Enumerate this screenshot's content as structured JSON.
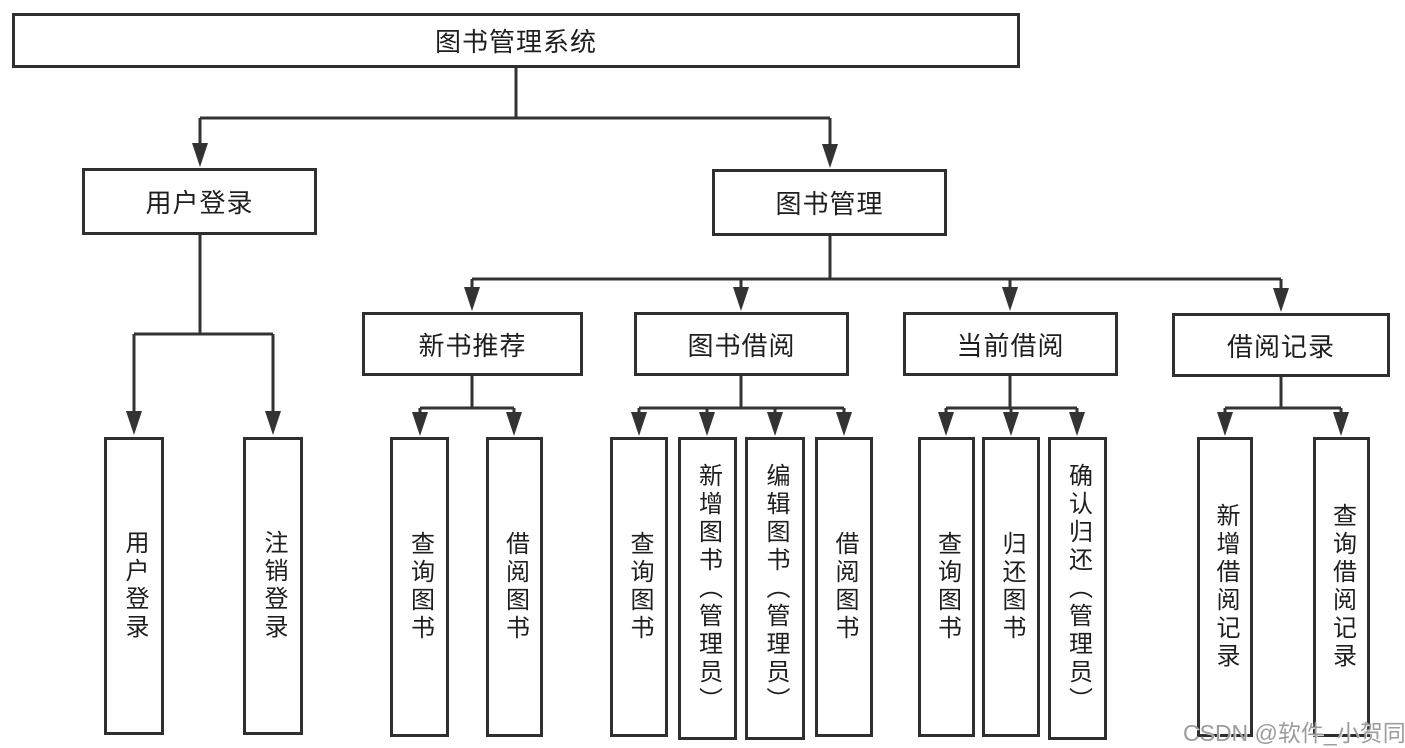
{
  "diagram": {
    "root": "图书管理系统",
    "level2": [
      "用户登录",
      "图书管理"
    ],
    "login_children": [
      "用户登录",
      "注销登录"
    ],
    "management_children": [
      {
        "label": "新书推荐",
        "children": [
          "查询图书",
          "借阅图书"
        ]
      },
      {
        "label": "图书借阅",
        "children": [
          "查询图书",
          "新增图书（管理员）",
          "编辑图书（管理员）",
          "借阅图书"
        ]
      },
      {
        "label": "当前借阅",
        "children": [
          "查询图书",
          "归还图书",
          "确认归还（管理员）"
        ]
      },
      {
        "label": "借阅记录",
        "children": [
          "新增借阅记录",
          "查询借阅记录"
        ]
      }
    ],
    "watermark": "CSDN @软件_小贺同学",
    "colors": {
      "line": "#333333",
      "box_border": "#2f2f2f",
      "text": "#1e1e1e",
      "watermark": "#9c9c9c",
      "background": "#ffffff"
    }
  }
}
